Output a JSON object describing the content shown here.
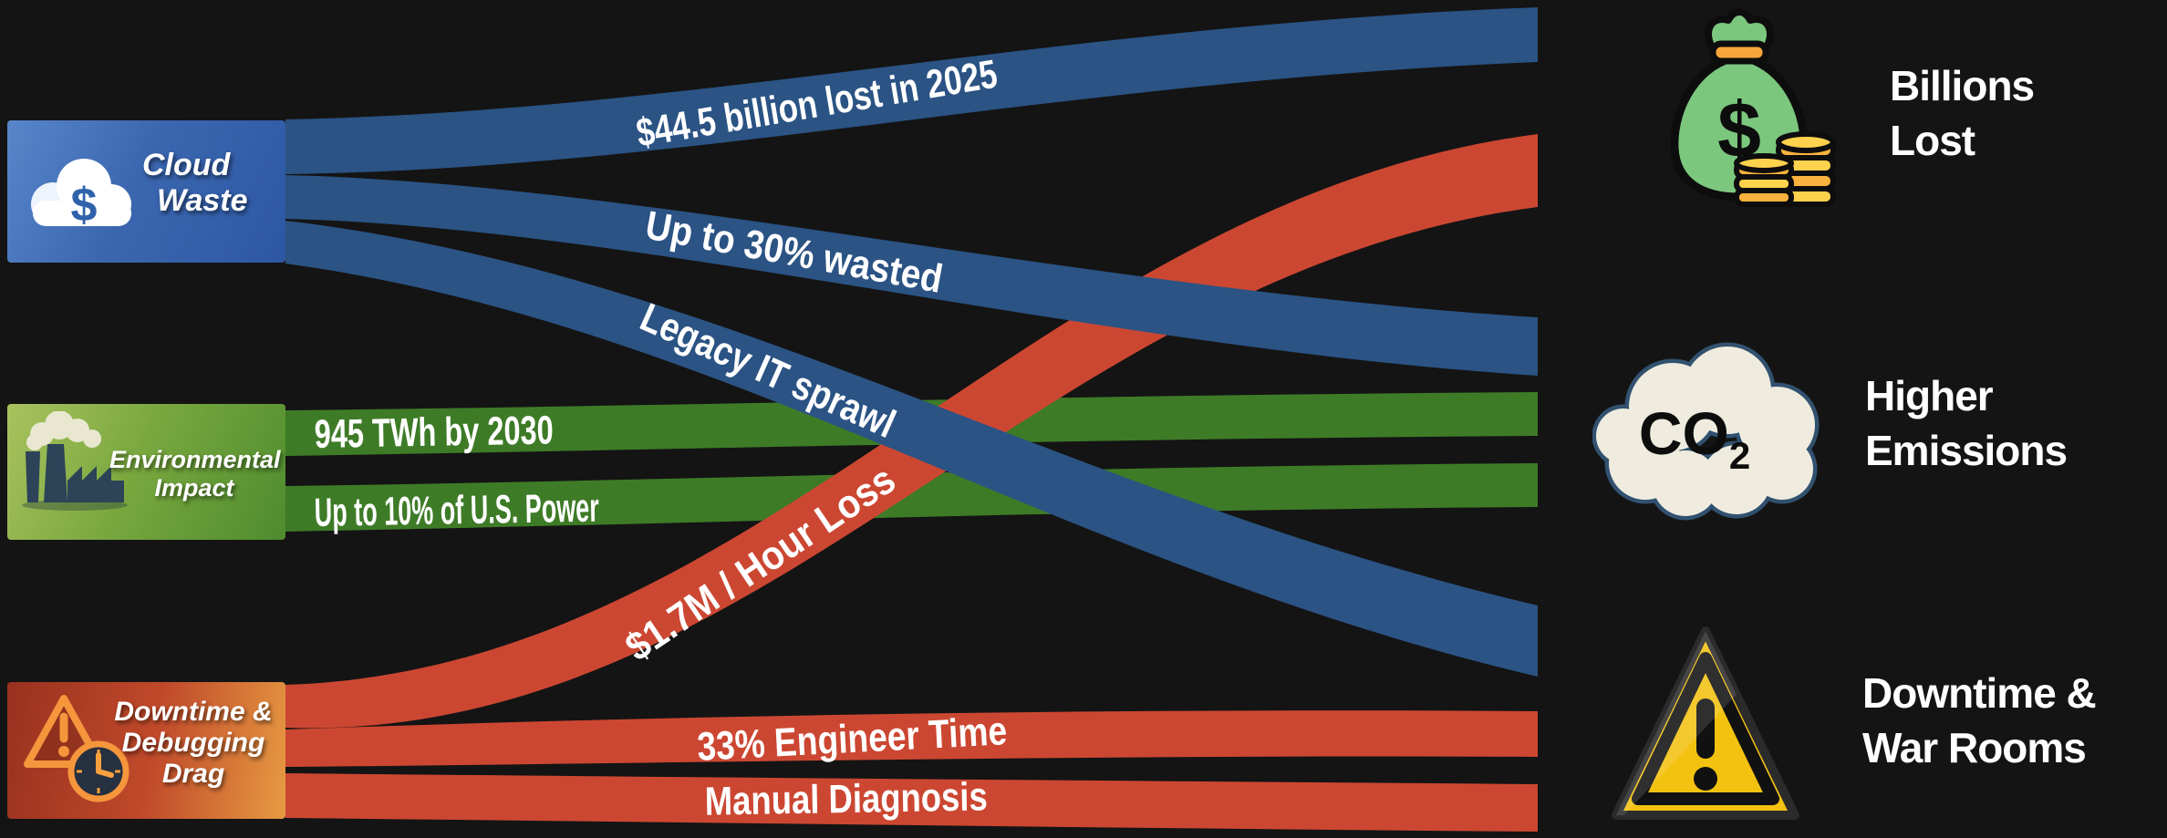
{
  "canvas": {
    "background": "#141414"
  },
  "colors": {
    "blue": "#2b5384",
    "green": "#3e7b27",
    "red": "#cc4732",
    "background": "#141414"
  },
  "nodes": {
    "cloud_waste": {
      "line1": "Cloud",
      "line2": "Waste",
      "icon": "cloud-dollar-icon",
      "icon_text": "$"
    },
    "environmental": {
      "line1": "Environmental",
      "line2": "Impact",
      "icon": "factory-icon"
    },
    "downtime": {
      "line1": "Downtime &",
      "line2": "Debugging",
      "line3": "Drag",
      "icon": "warning-clock-icon"
    }
  },
  "flows": {
    "billion_lost": {
      "label": "$44.5 billion lost in 2025",
      "from": "Cloud Waste",
      "to": "Billions Lost",
      "color": "#2b5384"
    },
    "wasted": {
      "label": "Up to 30% wasted",
      "from": "Cloud Waste",
      "to": "Higher Emissions",
      "color": "#2b5384"
    },
    "legacy": {
      "label": "Legacy IT sprawl",
      "from": "Cloud Waste",
      "to": "Downtime & War Rooms",
      "color": "#2b5384"
    },
    "twh": {
      "label": "945 TWh by 2030",
      "from": "Environmental Impact",
      "to": "Higher Emissions",
      "color": "#3e7b27"
    },
    "uspower": {
      "label": "Up to 10% of U.S. Power",
      "from": "Environmental Impact",
      "to": "Higher Emissions",
      "color": "#3e7b27"
    },
    "hourloss": {
      "label": "$1.7M / Hour Loss",
      "from": "Downtime & Debugging Drag",
      "to": "Billions Lost",
      "color": "#cc4732"
    },
    "engineer": {
      "label": "33% Engineer Time",
      "from": "Downtime & Debugging Drag",
      "to": "Downtime & War Rooms",
      "color": "#cc4732"
    },
    "manual": {
      "label": "Manual Diagnosis",
      "from": "Downtime & Debugging Drag",
      "to": "Downtime & War Rooms",
      "color": "#cc4732"
    }
  },
  "outcomes": {
    "billions": {
      "line1": "Billions",
      "line2": "Lost",
      "icon": "money-bag-icon",
      "icon_text": "$"
    },
    "emissions": {
      "line1": "Higher",
      "line2": "Emissions",
      "icon": "co2-cloud-icon",
      "icon_text_main": "CO",
      "icon_text_sub": "2"
    },
    "warrooms": {
      "line1": "Downtime &",
      "line2": "War Rooms",
      "icon": "warning-triangle-icon"
    }
  }
}
